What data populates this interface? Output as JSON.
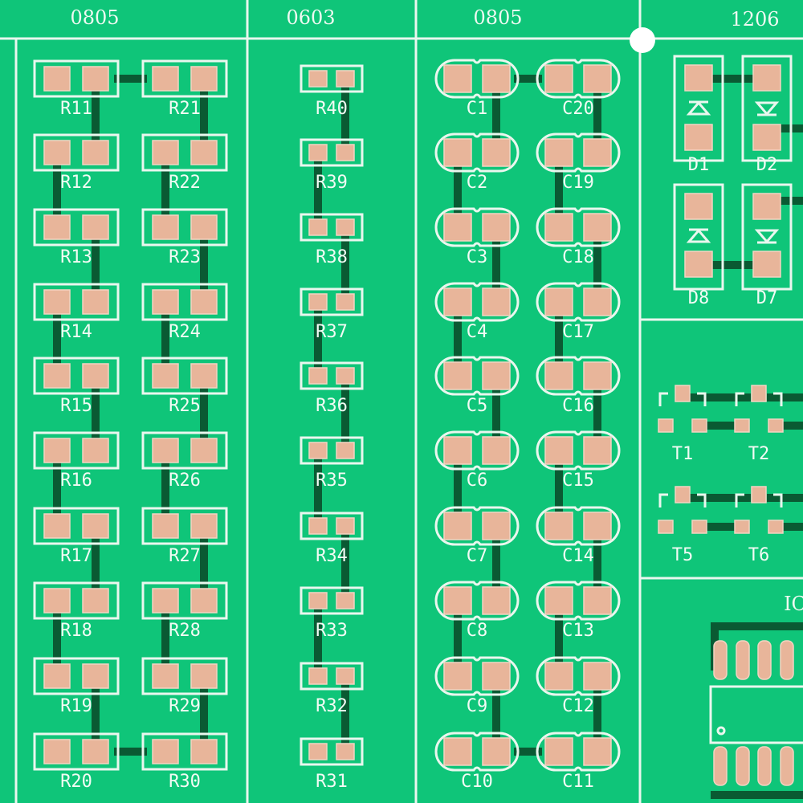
{
  "headers": [
    "0805",
    "0603",
    "0805",
    "1206",
    "IC"
  ],
  "resistors_col1": [
    "R11",
    "R12",
    "R13",
    "R14",
    "R15",
    "R16",
    "R17",
    "R18",
    "R19",
    "R20"
  ],
  "resistors_col2": [
    "R21",
    "R22",
    "R23",
    "R24",
    "R25",
    "R26",
    "R27",
    "R28",
    "R29",
    "R30"
  ],
  "resistors_0603": [
    "R40",
    "R39",
    "R38",
    "R37",
    "R36",
    "R35",
    "R34",
    "R33",
    "R32",
    "R31"
  ],
  "capacitors_col1": [
    "C1",
    "C2",
    "C3",
    "C4",
    "C5",
    "C6",
    "C7",
    "C8",
    "C9",
    "C10"
  ],
  "capacitors_col2": [
    "C20",
    "C19",
    "C18",
    "C17",
    "C16",
    "C15",
    "C14",
    "C13",
    "C12",
    "C11"
  ],
  "diodes": [
    "D1",
    "D2",
    "D8",
    "D7"
  ],
  "transistors": [
    "T1",
    "T2",
    "T5",
    "T6"
  ],
  "colors": {
    "board": "#0fc579",
    "silkscreen": "#e9f7ee",
    "copper": "#e8b59a",
    "trace": "#0a5a33"
  }
}
